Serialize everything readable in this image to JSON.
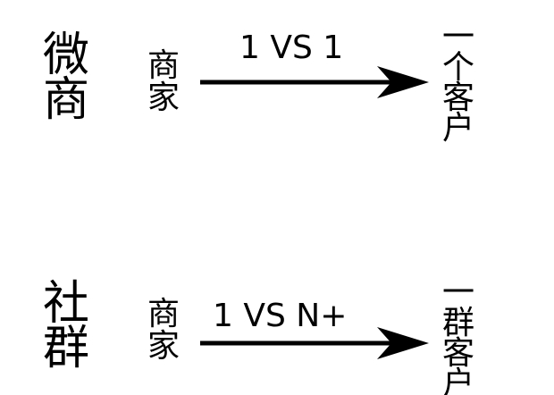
{
  "rows": [
    {
      "platform_chars": [
        "微",
        "商"
      ],
      "merchant_chars": [
        "商",
        "家"
      ],
      "ratio": "1 VS 1",
      "customer_chars": [
        "一",
        "个",
        "客",
        "户"
      ]
    },
    {
      "platform_chars": [
        "社",
        "群"
      ],
      "merchant_chars": [
        "商",
        "家"
      ],
      "ratio": "1 VS N+",
      "customer_chars": [
        "一",
        "群",
        "客",
        "户"
      ]
    }
  ]
}
